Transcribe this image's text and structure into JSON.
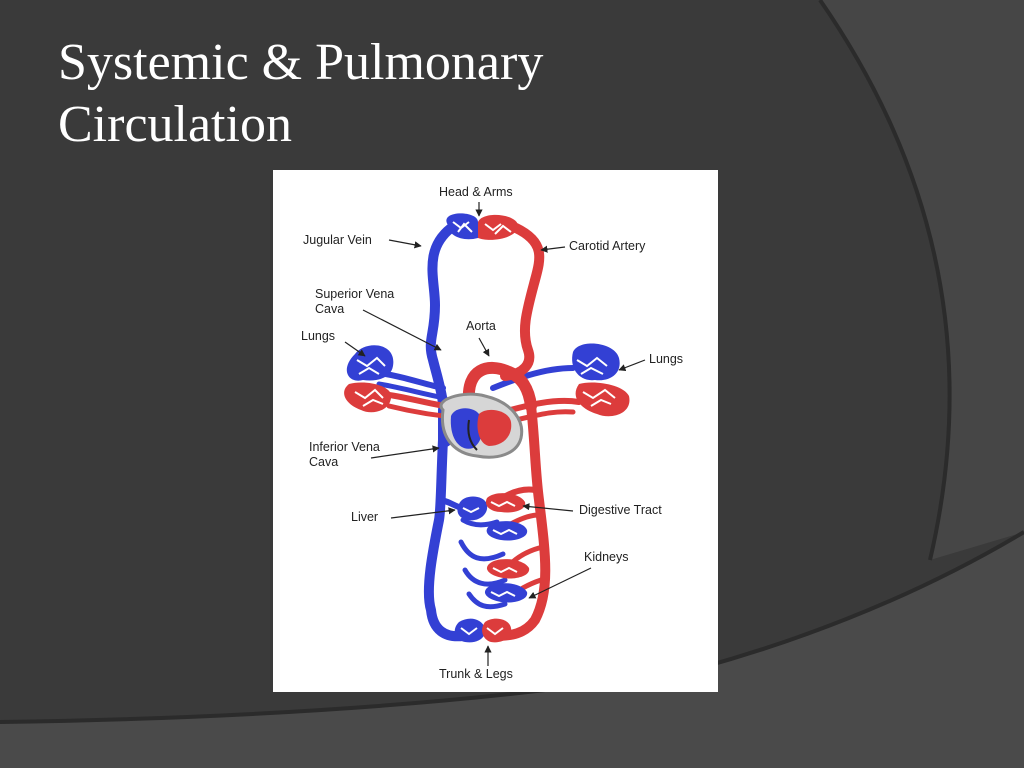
{
  "slide": {
    "title_lines": [
      "Systemic & Pulmonary",
      "Circulation"
    ]
  },
  "diagram": {
    "labels": {
      "head_arms": "Head & Arms",
      "jugular_vein": "Jugular Vein",
      "carotid_artery": "Carotid Artery",
      "superior_vena_cava": [
        "Superior Vena",
        "Cava"
      ],
      "aorta": "Aorta",
      "lungs_left": "Lungs",
      "lungs_right": "Lungs",
      "inferior_vena_cava": [
        "Inferior Vena",
        "Cava"
      ],
      "liver": "Liver",
      "digestive_tract": "Digestive Tract",
      "kidneys": "Kidneys",
      "trunk_legs": "Trunk & Legs"
    },
    "colors": {
      "vein": "#3340d4",
      "artery": "#dc3c3c",
      "heart_rim": "#8a8a8a",
      "label_text": "#222222"
    }
  },
  "theme": {
    "background": "#3a3a3a",
    "band": "#474747",
    "title_color": "#ffffff"
  }
}
